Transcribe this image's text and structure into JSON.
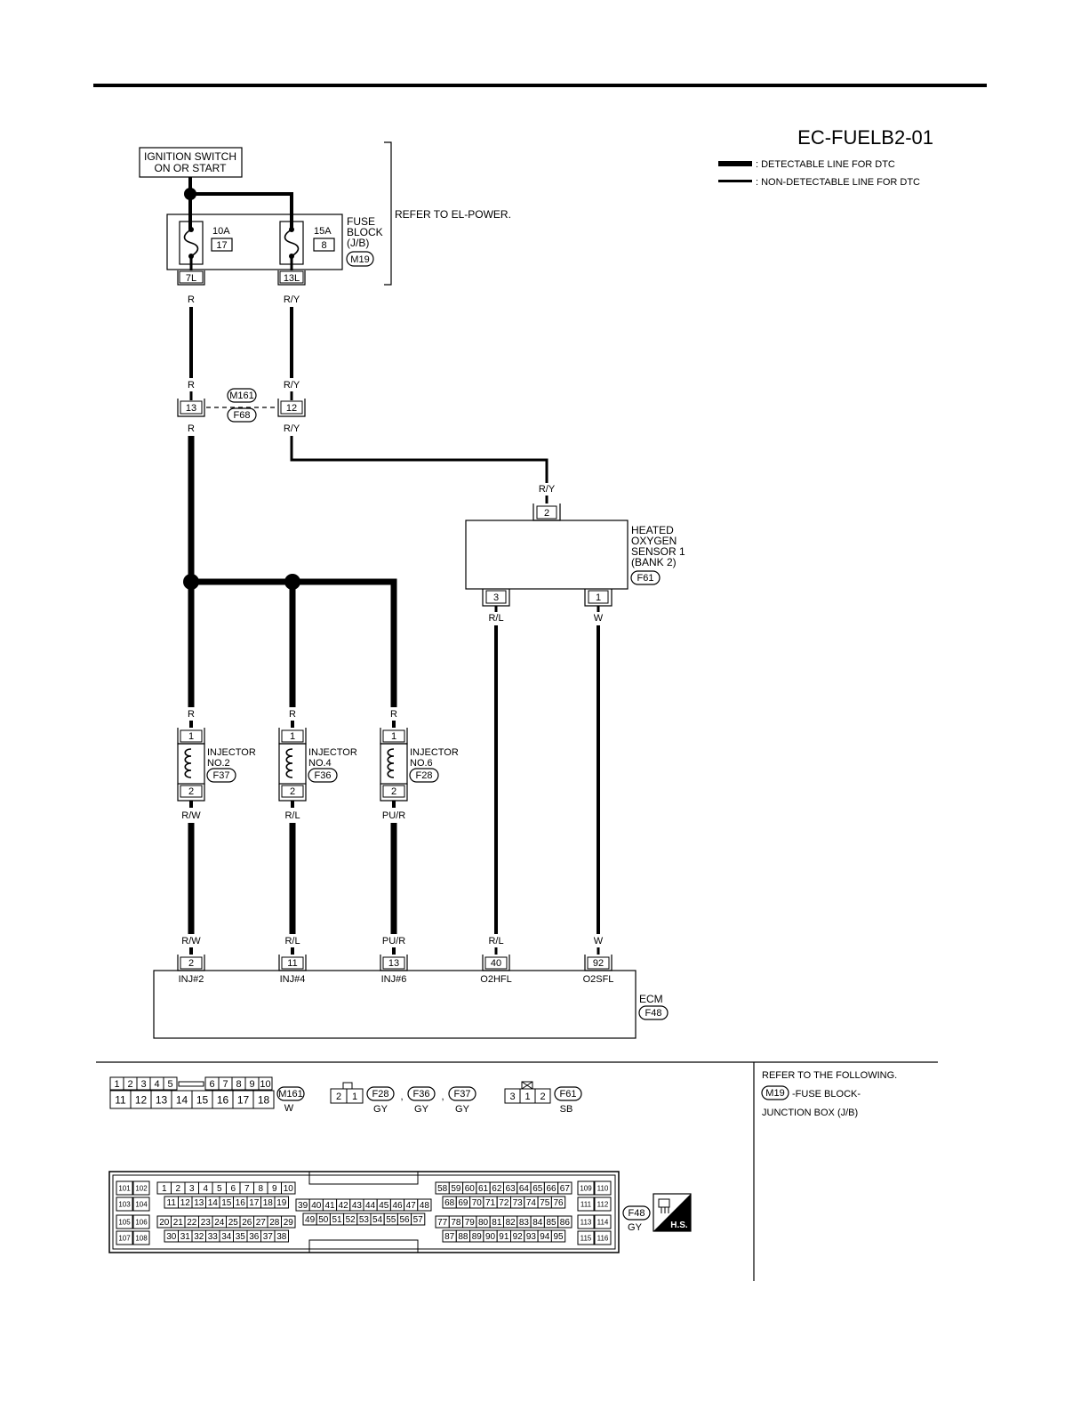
{
  "page": {
    "title": "EC-FUELB2-01",
    "legend": {
      "detectable": ": DETECTABLE LINE FOR DTC",
      "non_detectable": ": NON-DETECTABLE LINE FOR DTC"
    },
    "refer_el_power": "REFER TO EL-POWER."
  },
  "ignition": {
    "line1": "IGNITION SWITCH",
    "line2": "ON OR START"
  },
  "fuse_block": {
    "label1": "FUSE",
    "label2": "BLOCK",
    "label3": "(J/B)",
    "conn": "M19",
    "fuse_a": {
      "amp": "10A",
      "num": "17",
      "pin": "7L",
      "wire": "R"
    },
    "fuse_b": {
      "amp": "15A",
      "num": "8",
      "pin": "13L",
      "wire": "R/Y"
    }
  },
  "harness_joint": {
    "conn_top": "M161",
    "conn_bottom": "F68",
    "left": {
      "pin": "13",
      "wire_top": "R",
      "wire_bottom": "R"
    },
    "right": {
      "pin": "12",
      "wire_top": "R/Y",
      "wire_bottom": "R/Y"
    }
  },
  "o2_sensor": {
    "line1": "HEATED",
    "line2": "OXYGEN",
    "line3": "SENSOR 1",
    "line4": "(BANK 2)",
    "conn": "F61",
    "pin_top": "2",
    "wire_top": "R/Y",
    "pin_left": "3",
    "wire_left": "R/L",
    "pin_right": "1",
    "wire_right": "W"
  },
  "injectors": [
    {
      "line1": "INJECTOR",
      "line2": "NO.2",
      "conn": "F37",
      "wire_in": "R",
      "pin_in": "1",
      "pin_out": "2",
      "wire_out": "R/W"
    },
    {
      "line1": "INJECTOR",
      "line2": "NO.4",
      "conn": "F36",
      "wire_in": "R",
      "pin_in": "1",
      "pin_out": "2",
      "wire_out": "R/L"
    },
    {
      "line1": "INJECTOR",
      "line2": "NO.6",
      "conn": "F28",
      "wire_in": "R",
      "pin_in": "1",
      "pin_out": "2",
      "wire_out": "PU/R"
    }
  ],
  "ecm": {
    "label": "ECM",
    "conn": "F48",
    "pins": [
      {
        "wire": "R/W",
        "pin": "2",
        "name": "INJ#2"
      },
      {
        "wire": "R/L",
        "pin": "11",
        "name": "INJ#4"
      },
      {
        "wire": "PU/R",
        "pin": "13",
        "name": "INJ#6"
      },
      {
        "wire": "R/L",
        "pin": "40",
        "name": "O2HFL"
      },
      {
        "wire": "W",
        "pin": "92",
        "name": "O2SFL"
      }
    ]
  },
  "connectors": {
    "m161": {
      "row1": [
        "1",
        "2",
        "3",
        "4",
        "5",
        "6",
        "7",
        "8",
        "9",
        "10"
      ],
      "row2": [
        "11",
        "12",
        "13",
        "14",
        "15",
        "16",
        "17",
        "18"
      ],
      "id": "M161",
      "color": "W"
    },
    "inj": {
      "pins": [
        "2",
        "1"
      ],
      "ids": [
        "F28",
        "F36",
        "F37"
      ],
      "sep1": ",",
      "sep2": ",",
      "colors": [
        "GY",
        "GY",
        "GY"
      ]
    },
    "f61": {
      "pins": [
        "3",
        "1",
        "2"
      ],
      "id": "F61",
      "color": "SB"
    },
    "f48": {
      "id": "F48",
      "color": "GY",
      "hs": "H.S.",
      "left_cols": [
        [
          "101",
          "102"
        ],
        [
          "103",
          "104"
        ],
        [
          "105",
          "106"
        ],
        [
          "107",
          "108"
        ]
      ],
      "right_cols": [
        [
          "109",
          "110"
        ],
        [
          "111",
          "112"
        ],
        [
          "113",
          "114"
        ],
        [
          "115",
          "116"
        ]
      ],
      "a1": [
        "1",
        "2",
        "3",
        "4",
        "5",
        "6",
        "7",
        "8",
        "9",
        "10"
      ],
      "a2": [
        "11",
        "12",
        "13",
        "14",
        "15",
        "16",
        "17",
        "18",
        "19"
      ],
      "a3": [
        "20",
        "21",
        "22",
        "23",
        "24",
        "25",
        "26",
        "27",
        "28",
        "29"
      ],
      "a4": [
        "30",
        "31",
        "32",
        "33",
        "34",
        "35",
        "36",
        "37",
        "38"
      ],
      "b1": [
        "39",
        "40",
        "41",
        "42",
        "43",
        "44",
        "45",
        "46",
        "47",
        "48"
      ],
      "b2": [
        "49",
        "50",
        "51",
        "52",
        "53",
        "54",
        "55",
        "56",
        "57"
      ],
      "c1": [
        "58",
        "59",
        "60",
        "61",
        "62",
        "63",
        "64",
        "65",
        "66",
        "67"
      ],
      "c2": [
        "68",
        "69",
        "70",
        "71",
        "72",
        "73",
        "74",
        "75",
        "76"
      ],
      "c3": [
        "77",
        "78",
        "79",
        "80",
        "81",
        "82",
        "83",
        "84",
        "85",
        "86"
      ],
      "c4": [
        "87",
        "88",
        "89",
        "90",
        "91",
        "92",
        "93",
        "94",
        "95"
      ]
    }
  },
  "refer_following": {
    "line1": "REFER TO THE FOLLOWING.",
    "conn": "M19",
    "line2": "-FUSE BLOCK-",
    "line3": "JUNCTION BOX (J/B)"
  }
}
